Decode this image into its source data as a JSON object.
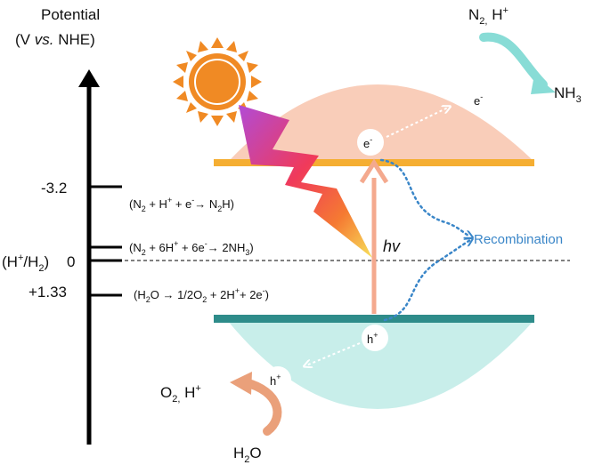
{
  "axis": {
    "title_line1": "Potential",
    "title_line2_pre": "(V ",
    "title_line2_vs": "vs.",
    "title_line2_post": " NHE)",
    "ticks": {
      "t_neg32": "-3.2",
      "t_zero_ref_pre": "(H",
      "t_zero_ref_plus": "+",
      "t_zero_ref_mid": "/H",
      "t_zero_ref_sub": "2",
      "t_zero_ref_post": ")",
      "t_zero": "0",
      "t_pos133": "+1.33"
    }
  },
  "equations": {
    "eq1": {
      "a": "(N",
      "a_sub": "2",
      "b": " + H",
      "b_sup": "+",
      "c": " + e",
      "c_sup": "-",
      "d": "→ N",
      "d_sub": "2",
      "e": "H)"
    },
    "eq2": {
      "a": "(N",
      "a_sub": "2",
      "b": " + 6H",
      "b_sup": "+",
      "c": " + 6e",
      "c_sup": "-",
      "d": "→ 2NH",
      "d_sub": "3",
      "e": ")"
    },
    "eq3": {
      "a": "(H",
      "a_sub": "2",
      "b": "O → 1/2O",
      "b_sub": "2",
      "c": " + 2H",
      "c_sup": "+",
      "d": "+ 2e",
      "d_sup": "-",
      "e": ")"
    }
  },
  "particles": {
    "electron_base": "e",
    "electron_sup": "-",
    "hole_base": "h",
    "hole_sup": "+"
  },
  "labels": {
    "hv": "hv",
    "recombination": "Recombination",
    "top_reactant_a": "N",
    "top_reactant_sub": "2,",
    "top_reactant_b": " H",
    "top_reactant_sup": "+",
    "top_product": "NH",
    "top_product_sub": "3",
    "bottom_product_a": "O",
    "bottom_product_sub": "2,",
    "bottom_product_b": " H",
    "bottom_product_sup": "+",
    "bottom_reactant": "H",
    "bottom_reactant_sub": "2",
    "bottom_reactant_b": "O"
  },
  "colors": {
    "cb_fill": "#f9cdb9",
    "cb_band": "#f5ae32",
    "vb_fill": "#c8eeea",
    "vb_band": "#2e8c8a",
    "excitation_arrow": "#f4a98e",
    "recombination": "#3a86c8",
    "sun": "#f08a24",
    "top_arrow": "#88dcd6",
    "bottom_arrow": "#eaa07a"
  }
}
